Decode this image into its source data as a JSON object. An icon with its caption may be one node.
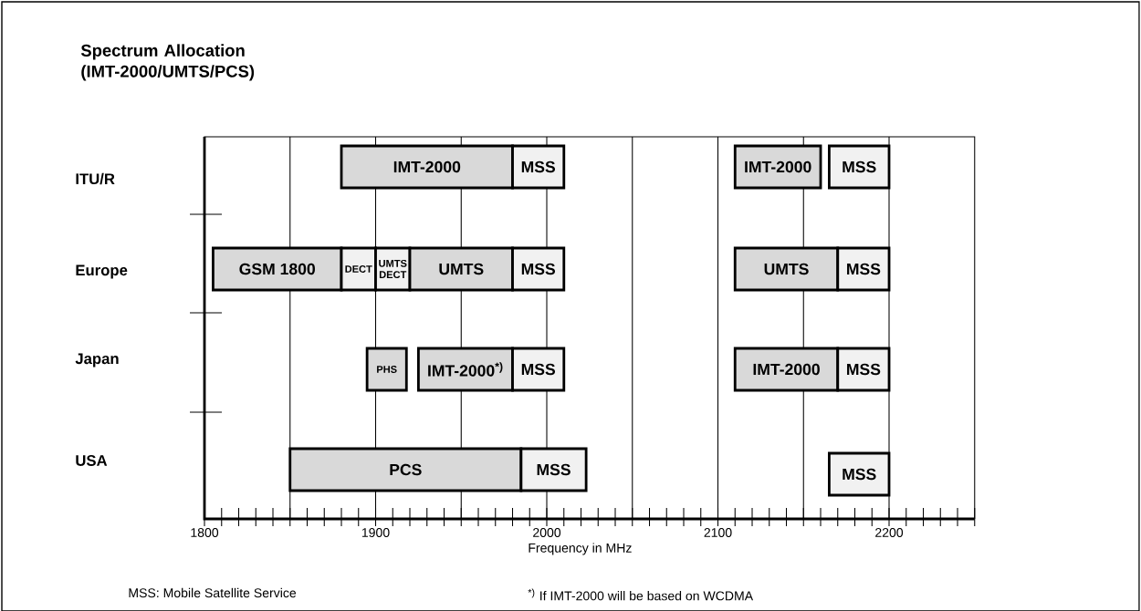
{
  "diagram": {
    "title": "Spectrum Allocation (IMT-2000/UMTS/PCS)",
    "nodes": [
      {
        "text": [
          "IMT-2000"
        ]
      },
      {
        "text": [
          "MSS"
        ]
      },
      {
        "text": [
          "IMT-2000"
        ]
      },
      {
        "text": [
          "MSS"
        ]
      },
      {
        "text": [
          "GSM 1800"
        ]
      },
      {
        "text": [
          "DECT"
        ]
      },
      {
        "text": [
          "UMTS DECT"
        ]
      },
      {
        "text": [
          "UMTS"
        ]
      },
      {
        "text": [
          "MSS"
        ]
      },
      {
        "text": [
          "UMTS"
        ]
      },
      {
        "text": [
          "MSS"
        ]
      },
      {
        "text": [
          "PHS"
        ]
      },
      {
        "text": [
          "IMT-2000$^{*)}$"
        ]
      },
      {
        "text": [
          "MSS"
        ]
      },
      {
        "text": [
          "IMT-2000"
        ]
      },
      {
        "text": [
          "MSS"
        ]
      },
      {
        "text": [
          "PCS"
        ]
      },
      {
        "text": [
          "MSS"
        ]
      },
      {
        "text": [
          "MSS"
        ]
      }
    ],
    "labels": [
      "ITU/R",
      "Europe",
      "Japan",
      "USA",
      "1800",
      "1900",
      "2000",
      "2100",
      "2200",
      "Frequency in MHz",
      "MSS: Mobile Satellite Service",
      "$^{*)}$ If IMT-2000 will be based on WCDMA"
    ]
  }
}
